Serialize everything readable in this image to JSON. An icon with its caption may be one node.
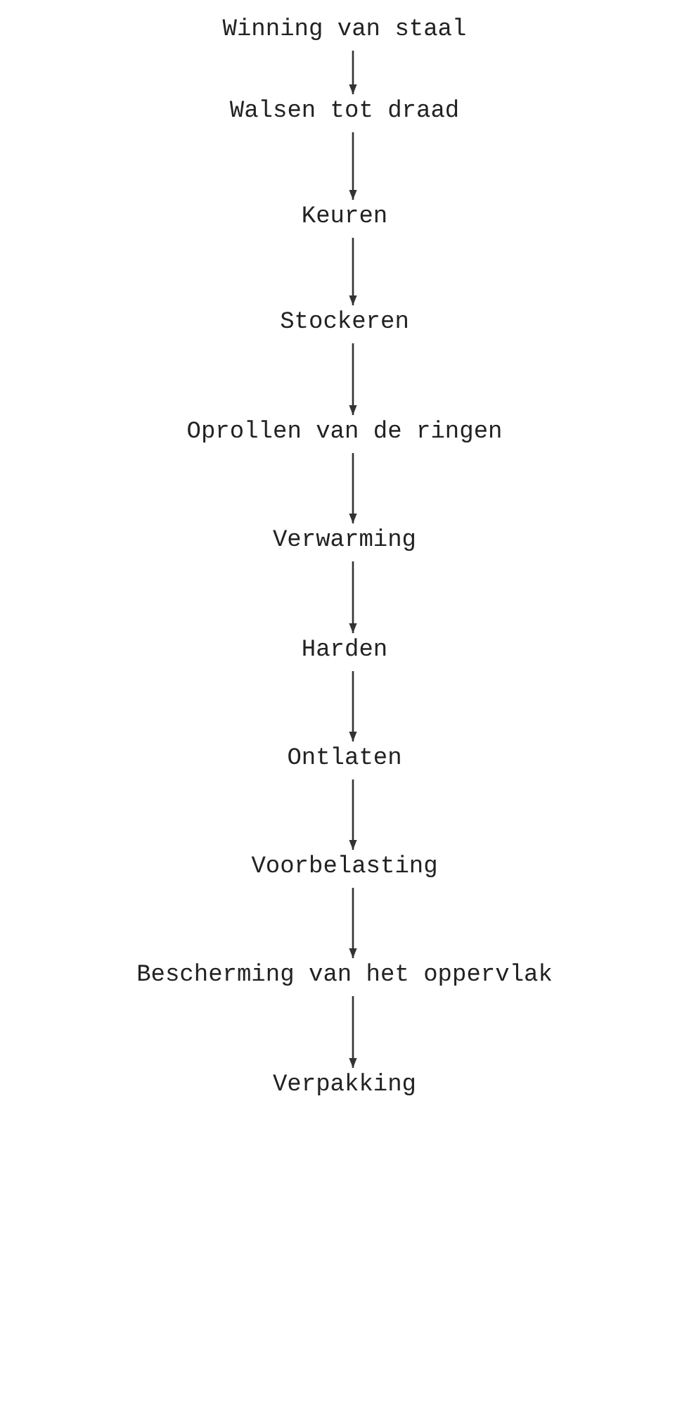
{
  "diagram": {
    "nodes": [
      {
        "text": [
          "Winning van staal"
        ]
      },
      {
        "text": [
          "Walsen tot draad"
        ]
      },
      {
        "text": [
          "Keuren"
        ]
      },
      {
        "text": [
          "Stockeren"
        ]
      },
      {
        "text": [
          "Oprollen van de ringen"
        ]
      },
      {
        "text": [
          "Verwarming"
        ]
      },
      {
        "text": [
          "Harden"
        ]
      },
      {
        "text": [
          "Ontlaten"
        ]
      },
      {
        "text": [
          "Voorbelasting"
        ]
      },
      {
        "text": [
          "Bescherming van het oppervlak"
        ]
      },
      {
        "text": [
          "Verpakking"
        ]
      }
    ],
    "edges": [
      {
        "from": 0,
        "to": 1,
        "arrow": "to"
      },
      {
        "from": 1,
        "to": 2,
        "arrow": "to"
      },
      {
        "from": 2,
        "to": 3,
        "arrow": "to"
      },
      {
        "from": 3,
        "to": 4,
        "arrow": "to"
      },
      {
        "from": 4,
        "to": 5,
        "arrow": "to"
      },
      {
        "from": 5,
        "to": 6,
        "arrow": "to"
      },
      {
        "from": 6,
        "to": 7,
        "arrow": "to"
      },
      {
        "from": 7,
        "to": 8,
        "arrow": "to"
      },
      {
        "from": 8,
        "to": 9,
        "arrow": "to"
      },
      {
        "from": 9,
        "to": 10,
        "arrow": "to"
      }
    ]
  }
}
